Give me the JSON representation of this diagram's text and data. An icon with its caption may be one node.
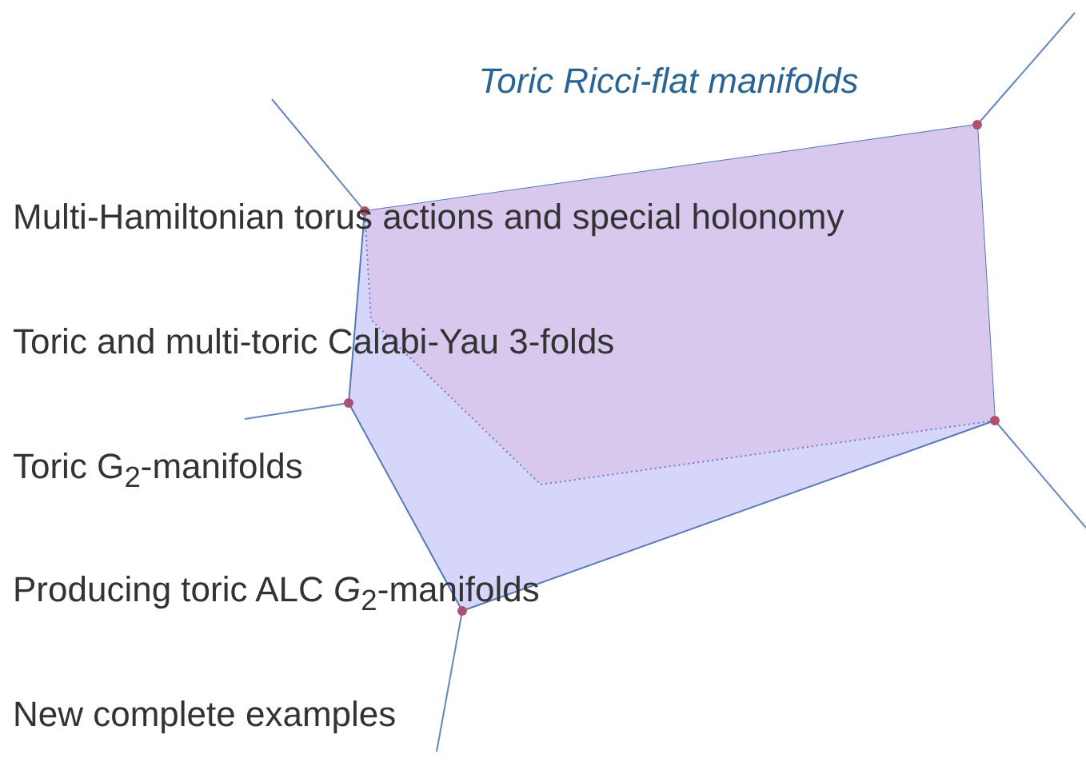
{
  "diagram": {
    "title": "Toric Ricci-flat manifolds",
    "labels": [
      "Multi-Hamiltonian torus actions and special holonomy",
      "Toric and multi-toric Calabi-Yau 3-folds",
      "Toric G$_{2}$-manifolds",
      "Producing toric ALC *G*$_{2}$-manifolds",
      "New complete examples"
    ]
  }
}
